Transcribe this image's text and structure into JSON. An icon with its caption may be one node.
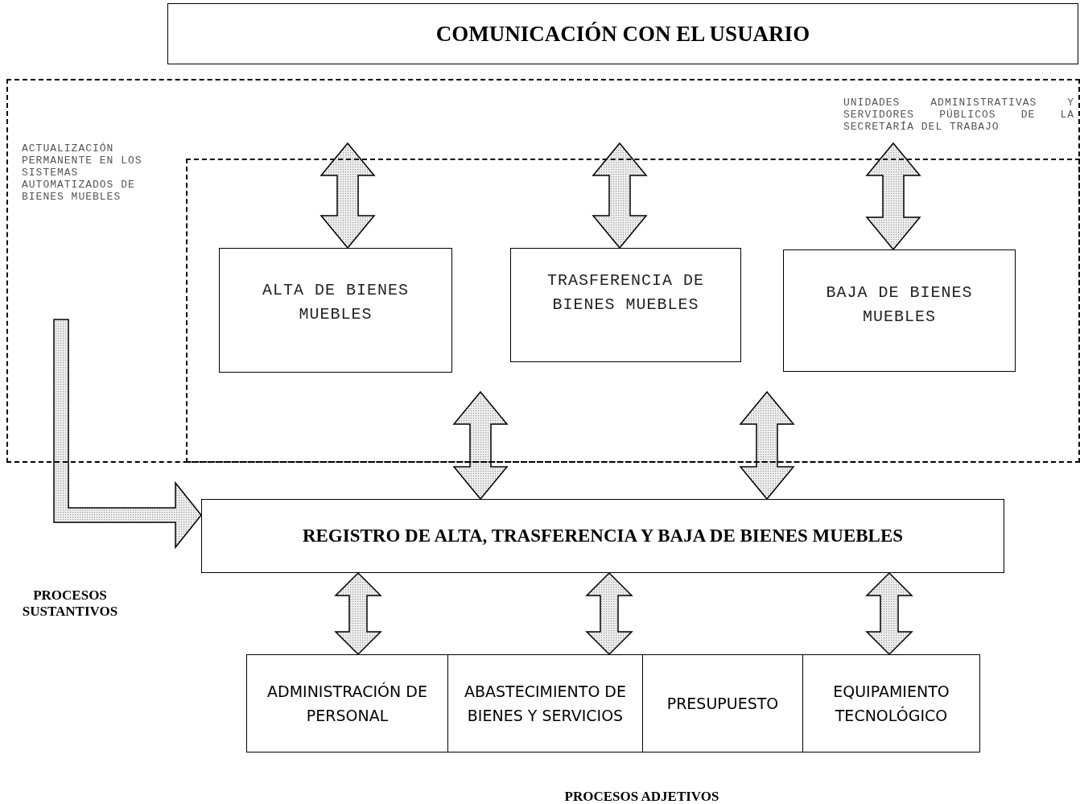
{
  "diagram": {
    "nodes": [
      {
        "text": [
          "COMUNICACIÓN CON EL USUARIO"
        ]
      },
      {
        "text": [
          "UNIDADES ADMINISTRATIVAS Y SERVIDORES PÚBLICOS DE LA SECRETARÍA DEL TRABAJO",
          "ACTUALIZACIÓN PERMANENTE EN LOS SISTEMAS AUTOMATIZADOS DE BIENES MUEBLES"
        ]
      },
      {
        "text": [],
        "shape": "box",
        "in": 1
      },
      {
        "text": [
          "ALTA DE BIENES MUEBLES"
        ],
        "in": 2
      },
      {
        "text": [
          "TRASFERENCIA DE BIENES MUEBLES"
        ],
        "in": 2
      },
      {
        "text": [
          "BAJA DE BIENES MUEBLES"
        ],
        "in": 2
      },
      {
        "text": [
          "REGISTRO DE ALTA, TRASFERENCIA Y BAJA DE  BIENES MUEBLES"
        ]
      },
      {
        "text": [
          "ADMINISTRACIÓN DE PERSONAL"
        ]
      },
      {
        "text": [
          "ABASTECIMIENTO DE BIENES Y SERVICIOS"
        ]
      },
      {
        "text": [
          "PRESUPUESTO"
        ]
      },
      {
        "text": [
          "EQUIPAMIENTO TECNOLÓGICO"
        ]
      }
    ],
    "edges": [
      {
        "from": null,
        "to": 3,
        "arrow": "both"
      },
      {
        "from": null,
        "to": 4,
        "arrow": "both"
      },
      {
        "from": null,
        "to": 5,
        "arrow": "both"
      },
      {
        "from": null,
        "to": 6,
        "arrow": "both"
      },
      {
        "from": null,
        "to": 6,
        "arrow": "both"
      },
      {
        "from": 6,
        "to": 7,
        "arrow": "both"
      },
      {
        "from": 6,
        "to": 8,
        "arrow": "both"
      },
      {
        "from": 6,
        "to": 10,
        "arrow": "both"
      },
      {
        "from": null,
        "to": 6,
        "arrow": "to"
      }
    ],
    "labels": [
      "PROCESOS SUSTANTIVOS",
      "PROCESOS ADJETIVOS"
    ]
  }
}
